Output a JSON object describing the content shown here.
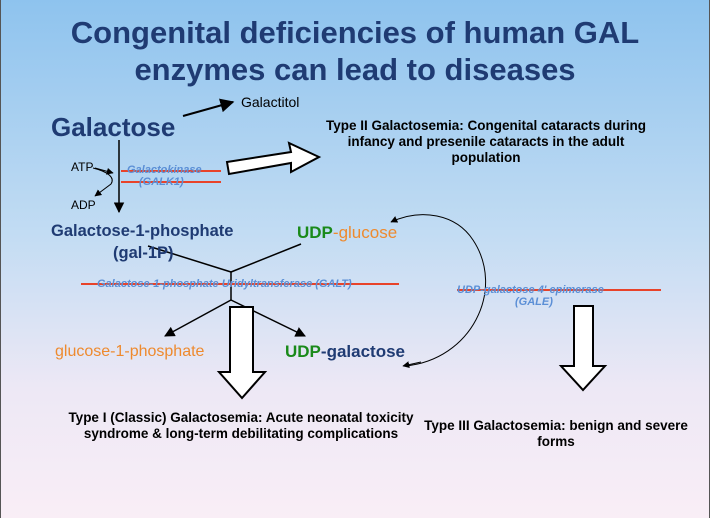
{
  "title_line1": "Congenital deficiencies of human GAL",
  "title_line2": "enzymes can lead to diseases",
  "galactose": "Galactose",
  "galactitol": "Galactitol",
  "atp": "ATP",
  "adp": "ADP",
  "galk1_line1": "Galactokinase",
  "galk1_line2": "(GALK1)",
  "type2": "Type II Galactosemia: Congenital cataracts during infancy and presenile cataracts in the adult population",
  "gal1p_line1": "Galactose-1-phosphate",
  "gal1p_line2": "(gal-1P)",
  "udp": "UDP",
  "glucose_suffix": "-glucose",
  "galt": "Galactose-1-phosphate Uridyltransferase (GALT)",
  "gale_line1": "UDP-galactose 4' epimerase",
  "gale_line2": "(GALE)",
  "glucose1p": "glucose-1-phosphate",
  "galactose_suffix": "-galactose",
  "type1": "Type I (Classic) Galactosemia: Acute neonatal toxicity syndrome & long-term debilitating complications",
  "type3": "Type III Galactosemia: benign and severe forms",
  "colors": {
    "title": "#1f3b73",
    "udp": "#1a8a1a",
    "sugar": "#ee8a2e",
    "enzyme": "#5b8fd6",
    "strike": "#e8432a"
  }
}
